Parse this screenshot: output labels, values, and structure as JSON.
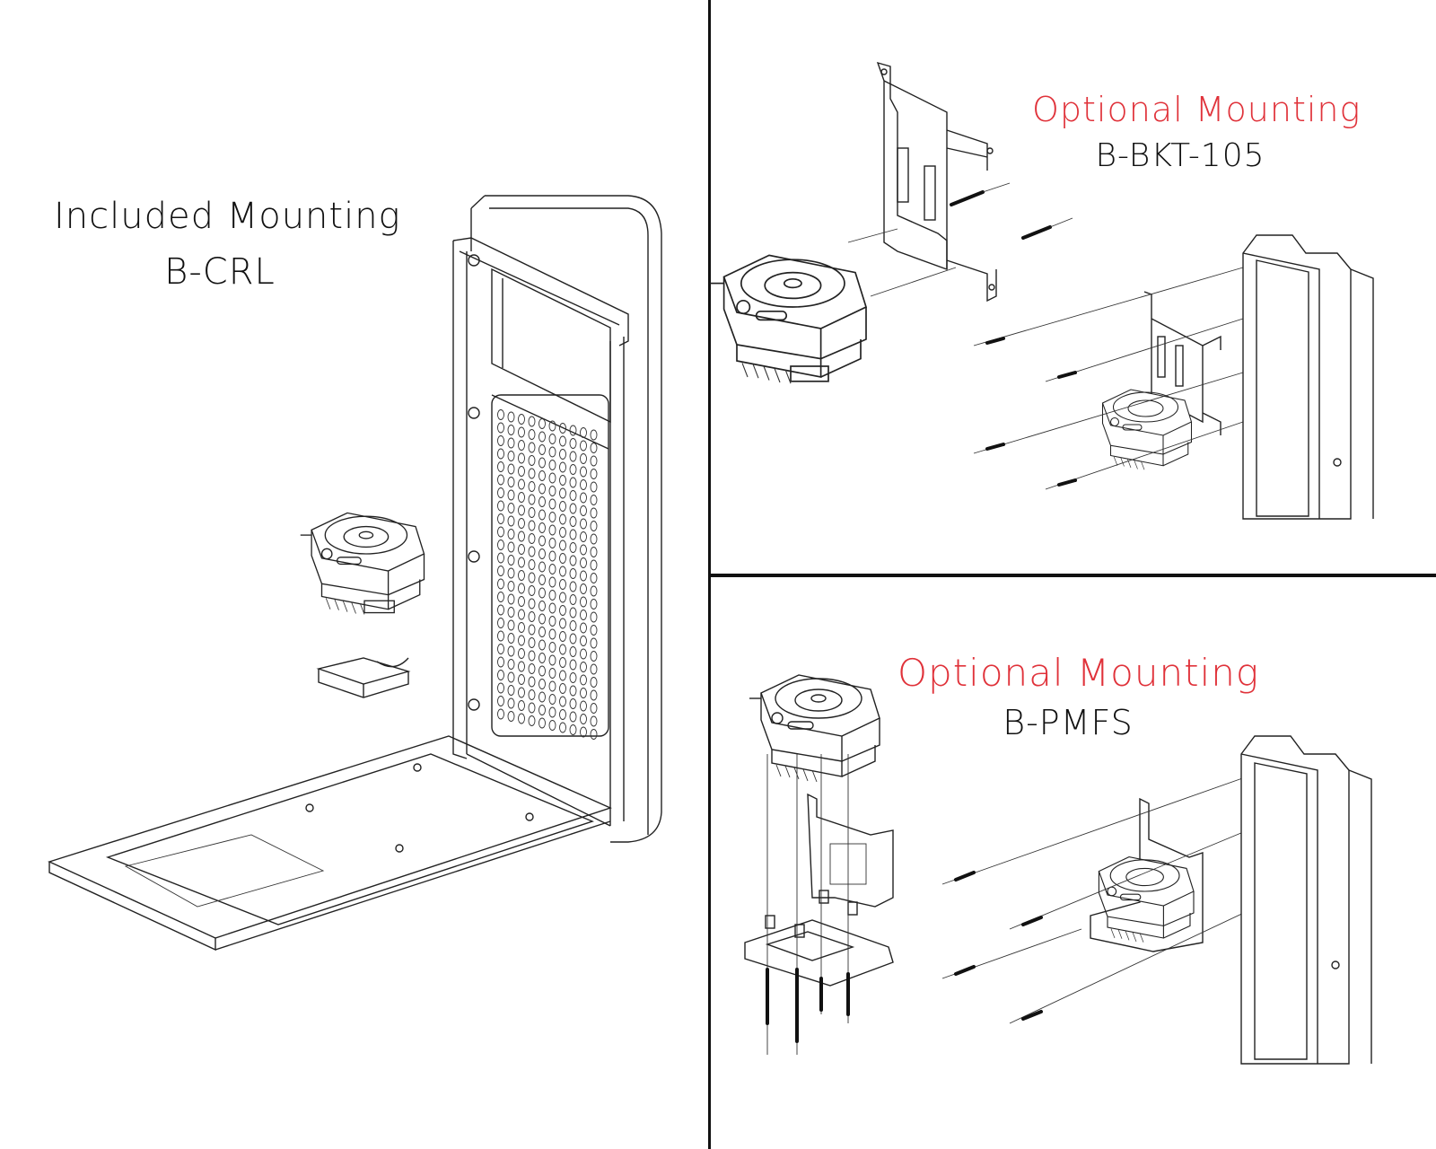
{
  "panels": {
    "left": {
      "title": "Included Mounting",
      "code": "B-CRL"
    },
    "top_right": {
      "title": "Optional Mounting",
      "code": "B-BKT-105"
    },
    "bottom_right": {
      "title": "Optional Mounting",
      "code": "B-PMFS"
    }
  },
  "colors": {
    "accent_red": "#e0323a",
    "text_black": "#111111",
    "line": "#222222",
    "background": "#ffffff"
  },
  "illustrations": {
    "left": [
      "pc-case-chassis",
      "pump-unit",
      "thermal-pad"
    ],
    "top_right": [
      "mounting-bracket",
      "pump-unit",
      "screws",
      "radiator"
    ],
    "bottom_right": [
      "pump-mount-plate",
      "pump-unit",
      "screws",
      "radiator"
    ]
  }
}
